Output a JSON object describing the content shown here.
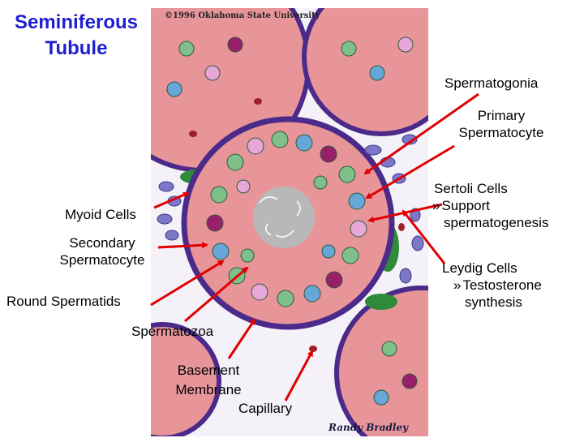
{
  "title": {
    "line1": "Seminiferous",
    "line2": "Tubule"
  },
  "copyright": "©1996 Oklahoma State University",
  "signature": "Randy Bradley",
  "labels": {
    "spermatogonia": "Spermatogonia",
    "primary_line1": "Primary",
    "primary_line2": "Spermatocyte",
    "sertoli": "Sertoli Cells",
    "sertoli_sub1": "Support",
    "sertoli_sub2": "spermatogenesis",
    "myoid": "Myoid Cells",
    "secondary_line1": "Secondary",
    "secondary_line2": "Spermatocyte",
    "leydig": "Leydig Cells",
    "leydig_sub1": "Testosterone",
    "leydig_sub2": "synthesis",
    "round": "Round Spermatids",
    "spermatozoa": "Spermatozoa",
    "basement_line1": "Basement",
    "basement_line2": "Membrane",
    "capillary": "Capillary",
    "bullet": "»"
  },
  "colors": {
    "title": "#1f1fd0",
    "arrow": "#e00000",
    "tubule_wall": "#4b2a8a",
    "tubule_fill": "#e8959a",
    "lumen": "#b8b8b8",
    "interstitium": "#f4f2f8"
  }
}
